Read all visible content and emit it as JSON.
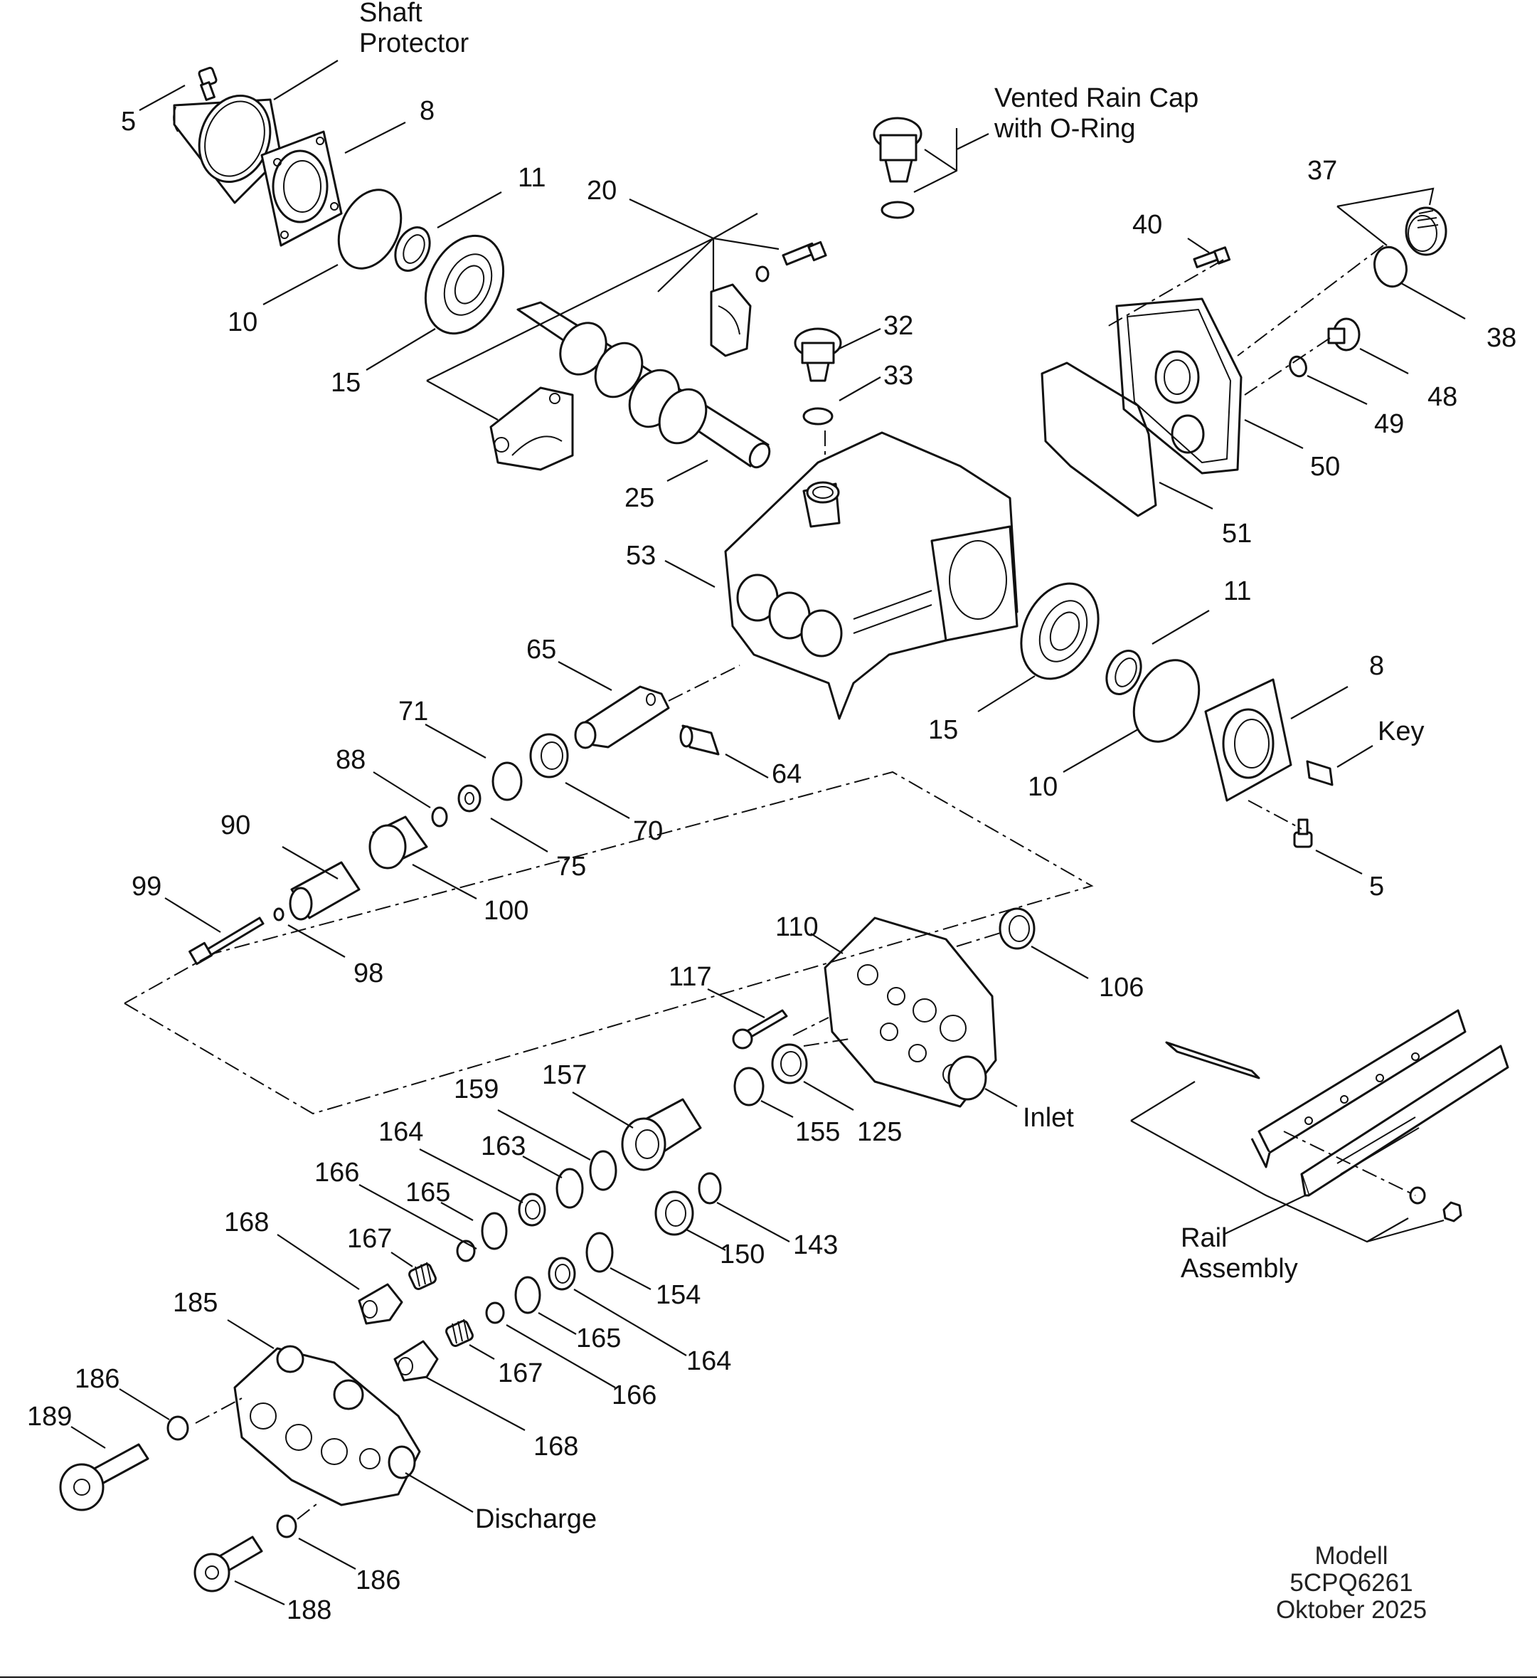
{
  "callouts": {
    "shaft_protector_l1": "Shaft",
    "shaft_protector_l2": "Protector",
    "p5_top": "5",
    "p8_top": "8",
    "p10_top": "10",
    "p11_top": "11",
    "p15_top": "15",
    "p20": "20",
    "p25": "25",
    "p32": "32",
    "p33": "33",
    "rain_cap_l1": "Vented Rain Cap",
    "rain_cap_l2": "with O-Ring",
    "p37": "37",
    "p38": "38",
    "p40": "40",
    "p48": "48",
    "p49": "49",
    "p50": "50",
    "p51": "51",
    "p53": "53",
    "p11_right": "11",
    "p15_right": "15",
    "p8_right": "8",
    "p10_right": "10",
    "key": "Key",
    "p5_right": "5",
    "p65": "65",
    "p64": "64",
    "p71": "71",
    "p70": "70",
    "p88": "88",
    "p75": "75",
    "p90": "90",
    "p100": "100",
    "p99": "99",
    "p98": "98",
    "p110": "110",
    "p106": "106",
    "p117": "117",
    "inlet": "Inlet",
    "p155": "155",
    "p125": "125",
    "p157": "157",
    "p159": "159",
    "p163": "163",
    "p164_top": "164",
    "p166_top": "166",
    "p165_top": "165",
    "p168_top": "168",
    "p167_top": "167",
    "p143": "143",
    "p150": "150",
    "p154": "154",
    "p165_bot": "165",
    "p164_bot": "164",
    "p167_bot": "167",
    "p166_bot": "166",
    "p168_bot": "168",
    "p185": "185",
    "p186_top": "186",
    "p189": "189",
    "discharge": "Discharge",
    "p186_bot": "186",
    "p188": "188",
    "rail_l1": "Rail",
    "rail_l2": "Assembly"
  },
  "stamp": {
    "line1": "Modell",
    "line2": "5CPQ6261",
    "line3": "Oktober 2025"
  }
}
